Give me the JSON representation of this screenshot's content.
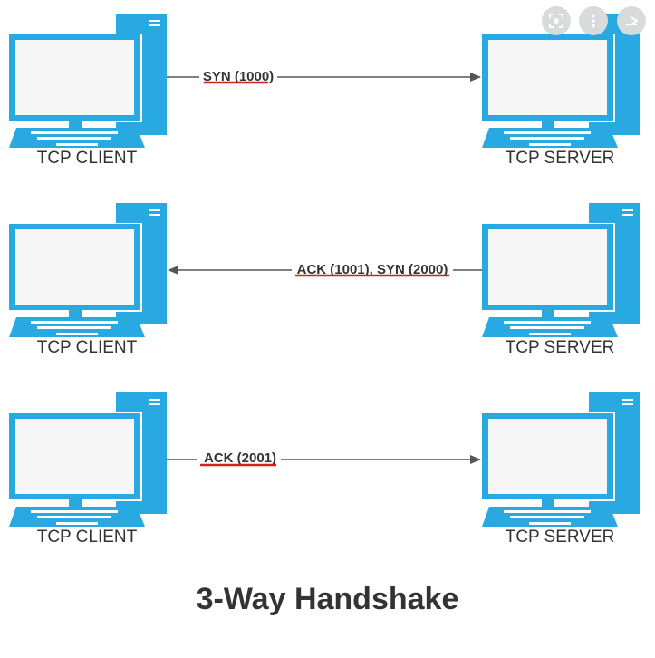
{
  "title": "3-Way Handshake",
  "client_label": "TCP CLIENT",
  "server_label": "TCP SERVER",
  "steps": [
    {
      "message": "SYN (1000)",
      "direction": "client-to-server"
    },
    {
      "message": "ACK (1001), SYN (2000)",
      "direction": "server-to-client"
    },
    {
      "message": "ACK (2001)",
      "direction": "client-to-server"
    }
  ],
  "colors": {
    "computer": "#29a9e1",
    "arrow": "#555555",
    "underline": "#d62020",
    "text": "#333333"
  },
  "overlay_icons": [
    "lens-icon",
    "more-vert-icon",
    "collapse-icon"
  ]
}
